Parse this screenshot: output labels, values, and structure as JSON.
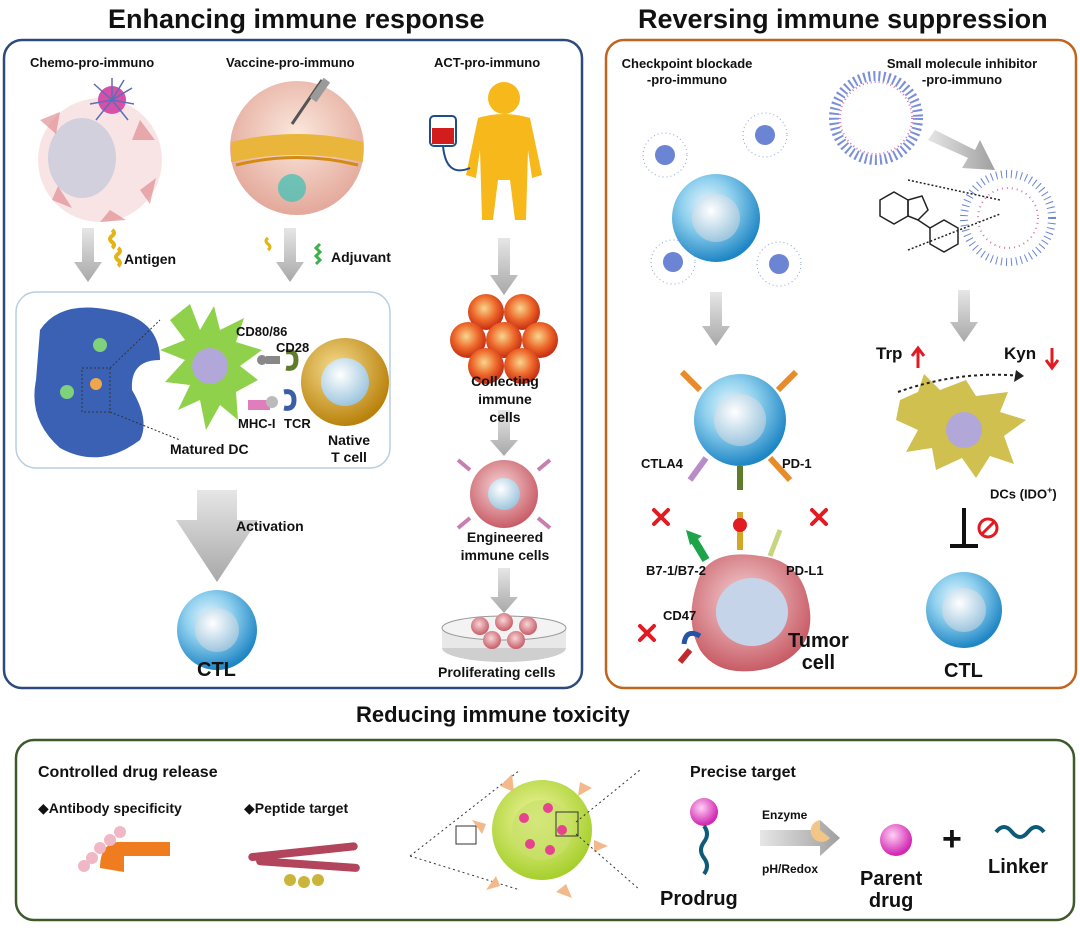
{
  "colors": {
    "left_panel_border": "#2e4a7c",
    "right_panel_border": "#c0641e",
    "bottom_panel_border": "#3d5a2a",
    "cell_blue": "#3aa6d8",
    "dc_green": "#8fd14a",
    "tcell_gold": "#d7a11e",
    "tumor_pink": "#e39aa0",
    "red_cross": "#e21b23",
    "arrow_gray": "#bdbdbd"
  },
  "sections": {
    "enhancing": {
      "title": "Enhancing immune response",
      "chemo": "Chemo-pro-immuno",
      "vaccine": "Vaccine-pro-immuno",
      "act": "ACT-pro-immuno",
      "antigen": "Antigen",
      "adjuvant": "Adjuvant",
      "cd80": "CD80/86",
      "cd28": "CD28",
      "mhc": "MHC-I",
      "tcr": "TCR",
      "matured_dc": "Matured DC",
      "native_tcell": "Native\nT cell",
      "activation": "Activation",
      "ctl": "CTL",
      "collecting": "Collecting\nimmune cells",
      "engineered": "Engineered\nimmune cells",
      "proliferating": "Proliferating cells"
    },
    "reversing": {
      "title": "Reversing immune suppression",
      "checkpoint": "Checkpoint blockade\n-pro-immuno",
      "small_molecule": "Small molecule inhibitor\n-pro-immuno",
      "trp": "Trp",
      "kyn": "Kyn",
      "ctla4": "CTLA4",
      "pd1": "PD-1",
      "b7": "B7-1/B7-2",
      "pdl1": "PD-L1",
      "cd47": "CD47",
      "tumor_cell": "Tumor\ncell",
      "dcs_ido": "DCs (IDO",
      "dcs_ido_sup": "+",
      "dcs_ido_close": ")",
      "ctl": "CTL"
    },
    "reducing": {
      "title": "Reducing  immune toxicity",
      "controlled": "Controlled drug release",
      "antibody": "Antibody specificity",
      "peptide": "Peptide target",
      "bullet": "◆",
      "precise": "Precise target",
      "enzyme": "Enzyme",
      "ph_redox": "pH/Redox",
      "prodrug": "Prodrug",
      "parent_drug": "Parent\ndrug",
      "plus": "+",
      "linker": "Linker"
    }
  }
}
